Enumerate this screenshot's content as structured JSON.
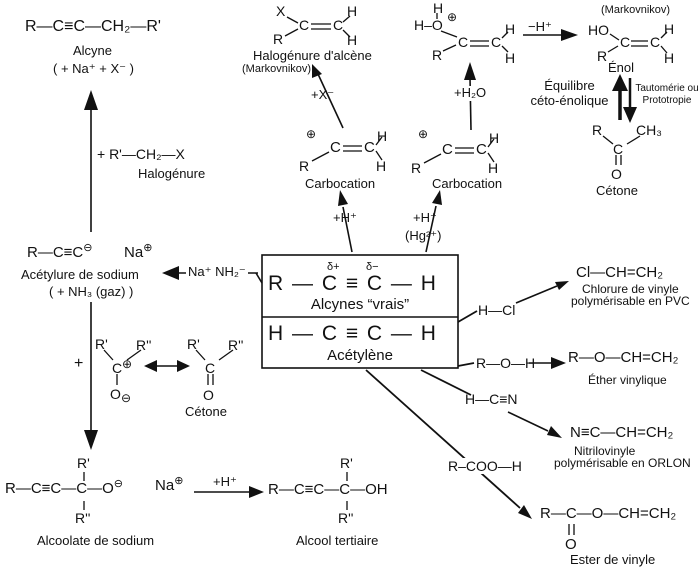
{
  "colors": {
    "bg": "#ffffff",
    "ink": "#111111"
  },
  "alcyne_product": {
    "formula": "R—C≡C—CH₂—R'",
    "label": "Alcyne",
    "ions": "( + Na⁺ + X⁻ )"
  },
  "alkylation": {
    "reagent": "+ R'—CH₂—X",
    "reagent_label": "Halogénure"
  },
  "acetylide": {
    "formula": "R—C≡C",
    "minus": "⊖",
    "cation": "Na",
    "plus": "⊕",
    "label": "Acétylure de sodium",
    "note": "( + NH₃ (gaz) )",
    "amide": "Na⁺ NH₂⁻",
    "plus_sign": "+"
  },
  "resonance": {
    "left": {
      "r1": "R'",
      "r2": "R''",
      "c": "C",
      "cplus": "⊕",
      "o": "O",
      "ominus": "⊖"
    },
    "right": {
      "r1": "R'",
      "r2": "R''",
      "c": "C",
      "o": "O",
      "label": "Cétone"
    }
  },
  "central_box": {
    "delta_plus": "δ+",
    "delta_minus": "δ−",
    "true_alkyne": "R — C ≡ C — H",
    "true_label": "Alcynes “vrais”",
    "acetylene": "H — C ≡ C — H",
    "acetylene_label": "Acétylène"
  },
  "hydration_left": {
    "plus_h": "+H⁺",
    "carbocation_label": "Carbocation",
    "plus_x": "+X⁻",
    "carbocation": {
      "plus": "⊕",
      "c1": "C",
      "c2": "C",
      "tr": "H",
      "bl": "R",
      "br": "H"
    },
    "halide_product": {
      "tl": "X",
      "c1": "C",
      "c2": "C",
      "tr": "H",
      "bl": "R",
      "br": "H",
      "label": "Halogénure d'alcène",
      "note": "(Markovnikov)"
    }
  },
  "hydration_right": {
    "plus_h": "+H⁺",
    "hg": "(Hg²⁺)",
    "carbocation_label": "Carbocation",
    "plus_h2o": "+H₂O",
    "minus_h": "−H⁺",
    "carbocation": {
      "plus": "⊕",
      "c1": "C",
      "c2": "C",
      "tr": "H",
      "bl": "R",
      "br": "H"
    },
    "oxocarbenium": {
      "h_top": "H",
      "ho": "H–O",
      "plus": "⊕",
      "c1": "C",
      "c2": "C",
      "tr": "H",
      "bl": "R",
      "br": "H"
    }
  },
  "enol": {
    "note": "(Markovnikov)",
    "ho": "HO",
    "c1": "C",
    "c2": "C",
    "tr": "H",
    "bl": "R",
    "br": "H",
    "label": "Énol"
  },
  "tautomerie": {
    "left_line1": "Équilibre",
    "left_line2": "céto-énolique",
    "right_line1": "Tautomérie ou",
    "right_line2": "Prototropie"
  },
  "ketone_product": {
    "r": "R",
    "ch3": "CH₃",
    "c": "C",
    "o": "O",
    "label": "Cétone"
  },
  "vinyl_reactions": {
    "hcl": {
      "reagent": "H—Cl",
      "product": "Cl—CH=CH₂",
      "desc1": "Chlorure de vinyle",
      "desc2": "polymérisable en PVC"
    },
    "roh": {
      "reagent": "R—O—H",
      "product": "R—O—CH=CH₂",
      "desc1": "Éther vinylique"
    },
    "hcn": {
      "reagent": "H—C≡N",
      "product": "N≡C—CH=CH₂",
      "desc1": "Nitrilovinyle",
      "desc2": "polymérisable en ORLON"
    },
    "rcooh": {
      "reagent": "R–COO—H",
      "product": "R—C—O—CH=CH₂",
      "o": "O",
      "desc1": "Ester de vinyle"
    }
  },
  "alcoolate": {
    "formula": "R—C≡C—C—O",
    "minus": "⊖",
    "r1": "R'",
    "r2": "R''",
    "na": "Na",
    "plus": "⊕",
    "label": "Alcoolate de sodium"
  },
  "protonation": {
    "plus_h": "+H⁺"
  },
  "alcool": {
    "formula": "R—C≡C—C—OH",
    "r1": "R'",
    "r2": "R''",
    "label": "Alcool tertiaire"
  }
}
